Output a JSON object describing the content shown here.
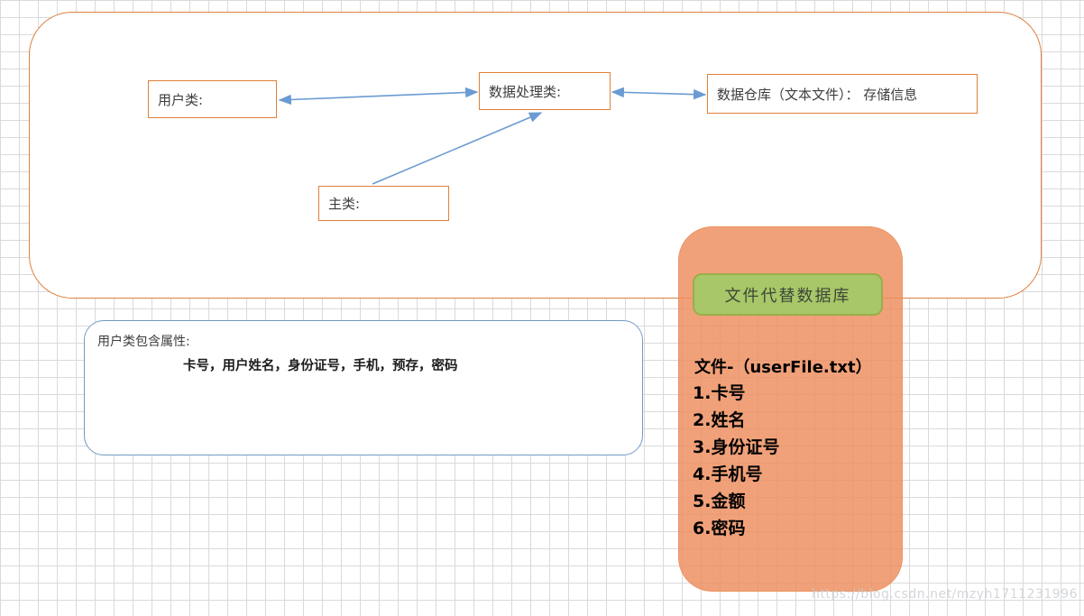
{
  "colors": {
    "container_border_orange": "#de8140",
    "node_border_orange": "#e08038",
    "arrow_blue": "#6b9bd2",
    "note_border_blue": "#729bc2",
    "panel_fill_orange": "#f1a179",
    "green_header_fill": "#a7c768",
    "green_header_border": "#9aae4a"
  },
  "diagram": {
    "nodes": [
      {
        "id": "user-class",
        "label": "用户类:"
      },
      {
        "id": "data-processing-class",
        "label": "数据处理类:"
      },
      {
        "id": "data-warehouse",
        "label": "数据仓库（文本文件）： 存储信息"
      },
      {
        "id": "main-class",
        "label": "主类:"
      }
    ],
    "edges": [
      {
        "from": "user-class",
        "to": "data-processing-class",
        "type": "double-arrow"
      },
      {
        "from": "data-processing-class",
        "to": "data-warehouse",
        "type": "double-arrow"
      },
      {
        "from": "main-class",
        "to": "data-processing-class",
        "type": "arrow"
      }
    ]
  },
  "attributes_note": {
    "title": "用户类包含属性:",
    "attributes": "卡号，用户姓名，身份证号，手机，预存，密码"
  },
  "file_panel": {
    "header": "文件代替数据库",
    "file_title": "文件-（userFile.txt）",
    "items": [
      "1.卡号",
      "2.姓名",
      "3.身份证号",
      "4.手机号",
      "5.金额",
      "6.密码"
    ]
  },
  "watermark": "https://blog.csdn.net/mzyh1711231996"
}
